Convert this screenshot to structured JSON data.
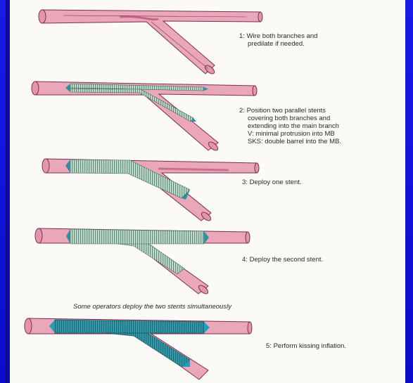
{
  "steps": [
    {
      "number": "1:",
      "lines": [
        "Wire both branches and",
        "predilate if needed."
      ]
    },
    {
      "number": "2:",
      "lines": [
        "Position two parallel stents",
        "covering both branches and",
        "extending into the main branch",
        "V: minimal protrusion into MB",
        "SKS: double barrel into the MB."
      ]
    },
    {
      "number": "3:",
      "lines": [
        "Deploy one stent."
      ]
    },
    {
      "number": "4:",
      "lines": [
        "Deploy the second stent."
      ]
    },
    {
      "number": "5:",
      "lines": [
        "Perform kissing inflation."
      ]
    }
  ],
  "note": "Some operators deploy the two stents simultaneously",
  "colors": {
    "background": "#1111dd",
    "panel": "#fbfaf6",
    "vessel": "#e8a0b4",
    "vessel_edge": "#8a3a55",
    "stent": "#9ec8b0",
    "stent_deployed": "#2f8ea0",
    "balloon": "#1fa0b8"
  }
}
